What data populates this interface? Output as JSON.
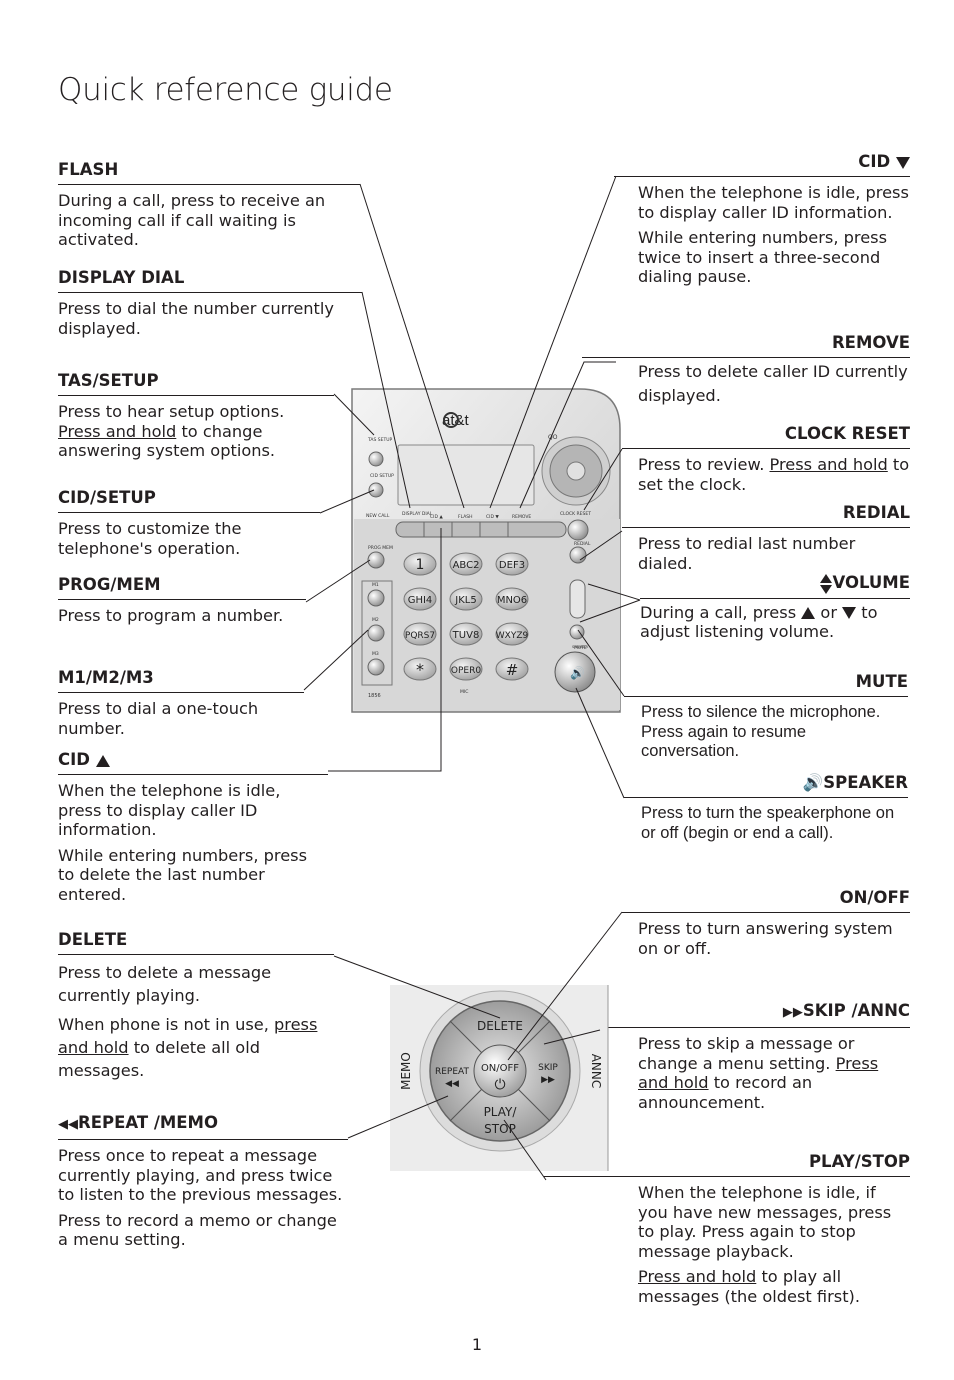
{
  "title": "Quick reference guide",
  "page_number": "1",
  "left": {
    "flash": {
      "heading": "FLASH",
      "text": "During a call, press to receive an incoming call if call waiting is activated."
    },
    "display_dial": {
      "heading": "DISPLAY DIAL",
      "text": "Press to dial the number currently displayed."
    },
    "tas_setup": {
      "heading": "TAS/SETUP",
      "text1": "Press to hear setup options.",
      "text_u": "Press and hold",
      "text2": " to change answering system options."
    },
    "cid_setup": {
      "heading": "CID/SETUP",
      "text": "Press to customize the telephone's operation."
    },
    "prog_mem": {
      "heading": "PROG/MEM",
      "text": "Press to program a number."
    },
    "m1m2m3": {
      "heading": "M1/M2/M3",
      "text": "Press to dial a one-touch number."
    },
    "cid_up": {
      "heading": "CID",
      "p1": "When the telephone is idle, press to display caller ID information.",
      "p2": "While entering numbers, press to delete the last number entered."
    },
    "delete": {
      "heading": "DELETE",
      "p1": "Press to delete a message currently playing.",
      "p2a": "When phone is not in use, ",
      "p2u": "press and hold",
      "p2b": " to delete all old messages."
    },
    "repeat_memo": {
      "heading": "REPEAT /MEMO",
      "p1": "Press once to repeat a message currently playing, and press twice to listen to the previous messages.",
      "p2": "Press to record a memo or change a menu setting."
    }
  },
  "right": {
    "cid_down": {
      "heading": "CID",
      "p1": "When the telephone is idle, press to display caller ID information.",
      "p2": "While entering numbers, press twice to insert a three-second dialing pause."
    },
    "remove": {
      "heading": "REMOVE",
      "text": "Press to delete caller ID currently displayed."
    },
    "clock_reset": {
      "heading": "CLOCK RESET",
      "text1": "Press to review. ",
      "text_u": "Press and hold",
      "text2": " to set the clock."
    },
    "redial": {
      "heading": "REDIAL",
      "text": "Press to redial last number dialed."
    },
    "volume": {
      "heading": "VOLUME",
      "t1": "During a call, press ",
      "t2": " or ",
      "t3": " to adjust listening volume."
    },
    "mute": {
      "heading": "MUTE",
      "text": "Press to silence the microphone. Press again to resume conversation."
    },
    "speaker": {
      "heading": "SPEAKER",
      "text": "Press to turn the speakerphone on or off (begin or end a call)."
    },
    "on_off": {
      "heading": "ON/OFF",
      "text": "Press to turn answering system on or off."
    },
    "skip_annc": {
      "heading": "SKIP /ANNC",
      "t1": "Press to skip a message or change a menu setting. ",
      "tu": "Press and hold",
      "t2": " to record an announcement."
    },
    "play_stop": {
      "heading": "PLAY/STOP",
      "p1": "When the telephone is idle, if you have new messages, press to play. Press again to stop message playback.",
      "p2u": "Press and hold",
      "p2": " to play all messages (the oldest first)."
    }
  },
  "phone": {
    "brand": "at&t",
    "keys": [
      "1",
      "ABC2",
      "DEF3",
      "GHI4",
      "JKL5",
      "MNO6",
      "PQRS7",
      "TUV8",
      "WXYZ9",
      "*",
      "OPER0",
      "#"
    ],
    "model": "1856",
    "labels": {
      "tas": "TAS SETUP",
      "cid": "CID SETUP",
      "newcall": "NEW CALL",
      "prog": "PROG MEM",
      "m1": "M1",
      "m2": "M2",
      "m3": "M3",
      "display": "DISPLAY DIAL",
      "cidup": "CID ▲",
      "flash": "FLASH",
      "ciddn": "CID ▼",
      "remove": "REMOVE",
      "clock": "CLOCK RESET",
      "redial": "REDIAL",
      "mute": "MUTE",
      "speaker": "SPEAKER",
      "volume": "VOLUME",
      "mic": "MIC"
    }
  },
  "dial": {
    "delete": "DELETE",
    "repeat": "REPEAT",
    "onoff": "ON/OFF",
    "skip": "SKIP",
    "play1": "PLAY/",
    "play2": "STOP",
    "memo": "MEMO",
    "annc": "ANNC"
  }
}
